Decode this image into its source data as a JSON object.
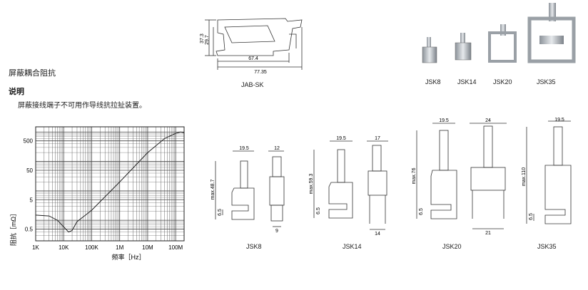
{
  "header": {
    "title": "屏蔽耦合阻抗",
    "section": "说明",
    "description": "屏蔽接线端子不可用作导线抗拉扯装置。"
  },
  "top_drawing": {
    "caption": "JAB-SK",
    "dim_height_outer": "37.3",
    "dim_height_inner": "29.7",
    "dim_width_inner": "67.4",
    "dim_width_outer": "77.35"
  },
  "photo_labels": [
    "JSK8",
    "JSK14",
    "JSK20",
    "JSK35"
  ],
  "drawings": [
    {
      "caption": "JSK8",
      "top_width": "19.5",
      "side_width": "12",
      "height": "max.48.7",
      "gap": "6.5",
      "bottom_width": "9"
    },
    {
      "caption": "JSK14",
      "top_width": "19.5",
      "side_width": "17",
      "height": "max.59.3",
      "gap": "6.5",
      "bottom_width": "14"
    },
    {
      "caption": "JSK20",
      "top_width": "19.5",
      "side_width": "24",
      "height": "max.76",
      "gap": "6.5",
      "bottom_width": "21"
    },
    {
      "caption": "JSK35",
      "top_width": "19.5",
      "height": "max.110",
      "gap": "6.5"
    }
  ],
  "chart_data": {
    "type": "line",
    "xscale": "log",
    "yscale": "log",
    "ylabel": "阻抗［mΩ］",
    "xlabel": "频率［Hz］",
    "x_ticks": [
      "1K",
      "10K",
      "100K",
      "1M",
      "10M",
      "100M"
    ],
    "y_ticks": [
      "0.5",
      "5",
      "50",
      "500"
    ],
    "xlim": [
      1000,
      200000000
    ],
    "ylim": [
      0.2,
      1500
    ],
    "grid": true,
    "series": [
      {
        "x": [
          1000,
          3000,
          6000,
          10000,
          15000,
          20000,
          30000,
          60000,
          100000,
          1000000,
          10000000,
          40000000,
          100000000,
          150000000,
          200000000
        ],
        "y": [
          1.5,
          1.4,
          1.0,
          0.6,
          0.4,
          0.45,
          0.9,
          1.5,
          2.2,
          20,
          200,
          600,
          900,
          1000,
          950
        ]
      }
    ]
  },
  "colors": {
    "line": "#222222",
    "photo_metal": "#bfc4c9"
  }
}
